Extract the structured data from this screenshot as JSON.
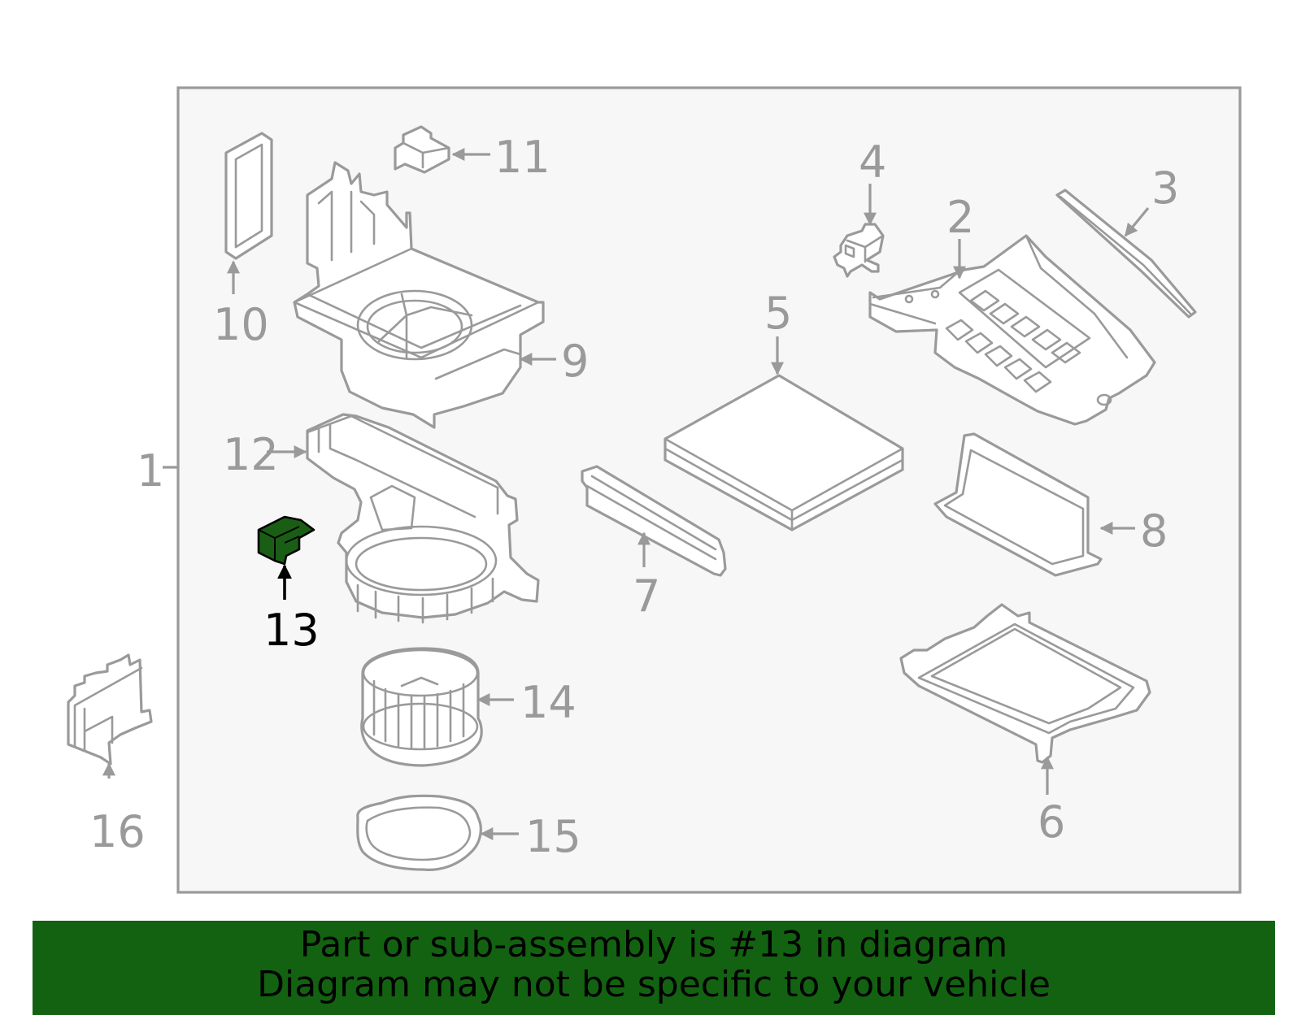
{
  "diagram": {
    "callouts": [
      "1",
      "2",
      "3",
      "4",
      "5",
      "6",
      "7",
      "8",
      "9",
      "10",
      "11",
      "12",
      "13",
      "14",
      "15",
      "16"
    ],
    "highlighted_part": "13"
  },
  "banner": {
    "line1": "Part or sub-assembly is #13 in diagram",
    "line2": "Diagram may not be specific to your vehicle"
  },
  "colors": {
    "panel_background": "#f7f7f7",
    "panel_border": "#9a9a9a",
    "line_art": "#9a9a9a",
    "highlight": "#1a5e16",
    "banner_background": "#136211"
  }
}
